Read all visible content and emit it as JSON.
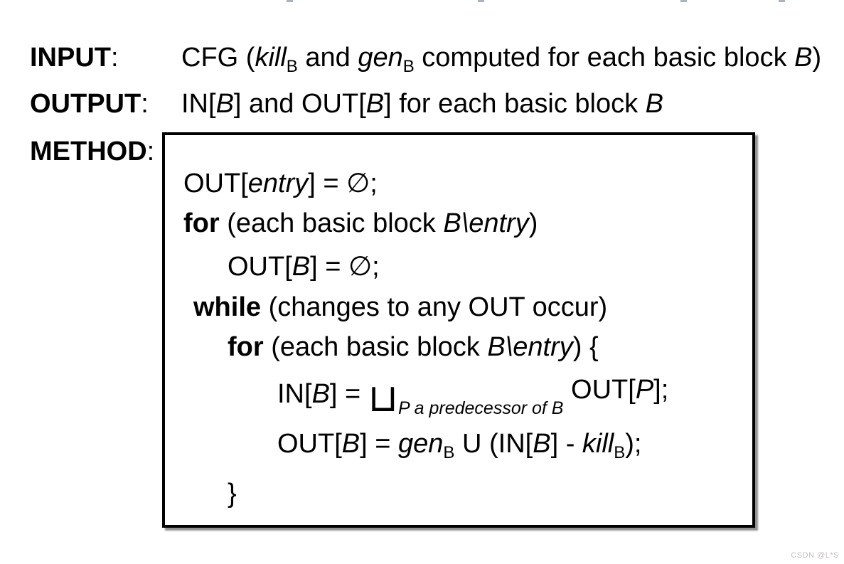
{
  "colors": {
    "background": "#ffffff",
    "text": "#000000",
    "box_border": "#000000",
    "box_shadow": "#7d7d7d",
    "watermark": "#c8bfbf"
  },
  "rows": [
    {
      "label": "INPUT",
      "colon": ":",
      "segments": [
        {
          "t": "CFG ("
        },
        {
          "t": "kill",
          "s": "i"
        },
        {
          "t": "B",
          "s": "sub"
        },
        {
          "t": " and "
        },
        {
          "t": "gen",
          "s": "i"
        },
        {
          "t": "B",
          "s": "sub"
        },
        {
          "t": " computed for each basic block "
        },
        {
          "t": "B",
          "s": "i"
        },
        {
          "t": ")"
        }
      ]
    },
    {
      "label": "OUTPUT",
      "colon": ":",
      "segments": [
        {
          "t": "IN["
        },
        {
          "t": "B",
          "s": "i"
        },
        {
          "t": "] and OUT["
        },
        {
          "t": "B",
          "s": "i"
        },
        {
          "t": "] for each basic block "
        },
        {
          "t": "B",
          "s": "i"
        }
      ]
    },
    {
      "label": "METHOD",
      "colon": ":",
      "segments": []
    }
  ],
  "method_box": {
    "lines": [
      {
        "level": 0,
        "segments": [
          {
            "t": "OUT["
          },
          {
            "t": "entry",
            "s": "i"
          },
          {
            "t": "] = ∅;"
          }
        ]
      },
      {
        "level": 0,
        "segments": [
          {
            "t": "for",
            "s": "b"
          },
          {
            "t": " (each basic block "
          },
          {
            "t": "B\\entry",
            "s": "i"
          },
          {
            "t": ")"
          }
        ]
      },
      {
        "level": 2,
        "segments": [
          {
            "t": "OUT["
          },
          {
            "t": "B",
            "s": "i"
          },
          {
            "t": "] = ∅;"
          }
        ]
      },
      {
        "level": 1,
        "segments": [
          {
            "t": "while",
            "s": "b"
          },
          {
            "t": " (changes to any OUT occur)"
          }
        ]
      },
      {
        "level": 2,
        "segments": [
          {
            "t": "for",
            "s": "b"
          },
          {
            "t": " (each basic block "
          },
          {
            "t": "B\\entry",
            "s": "i"
          },
          {
            "t": ") {"
          }
        ]
      },
      {
        "level": 3,
        "segments": [
          {
            "t": "IN["
          },
          {
            "t": "B",
            "s": "i"
          },
          {
            "t": "] = "
          },
          {
            "t": "⊔",
            "s": "bigop"
          },
          {
            "t": "P a predecessor of B",
            "s": "opsub"
          },
          {
            "t": " OUT[",
            "s": "raise"
          },
          {
            "t": "P",
            "s": "iraise"
          },
          {
            "t": "];",
            "s": "raise"
          }
        ]
      },
      {
        "level": 3,
        "segments": [
          {
            "t": "OUT["
          },
          {
            "t": "B",
            "s": "i"
          },
          {
            "t": "] = "
          },
          {
            "t": "gen",
            "s": "i"
          },
          {
            "t": "B",
            "s": "sub"
          },
          {
            "t": " U (IN["
          },
          {
            "t": "B",
            "s": "i"
          },
          {
            "t": "] - "
          },
          {
            "t": "kill",
            "s": "i"
          },
          {
            "t": "B",
            "s": "sub"
          },
          {
            "t": ");"
          }
        ]
      },
      {
        "level": 2,
        "segments": [
          {
            "t": "}"
          }
        ]
      }
    ]
  },
  "watermark": "CSDN @L*S",
  "edge_artifacts_x": [
    403,
    672,
    957,
    1095
  ]
}
